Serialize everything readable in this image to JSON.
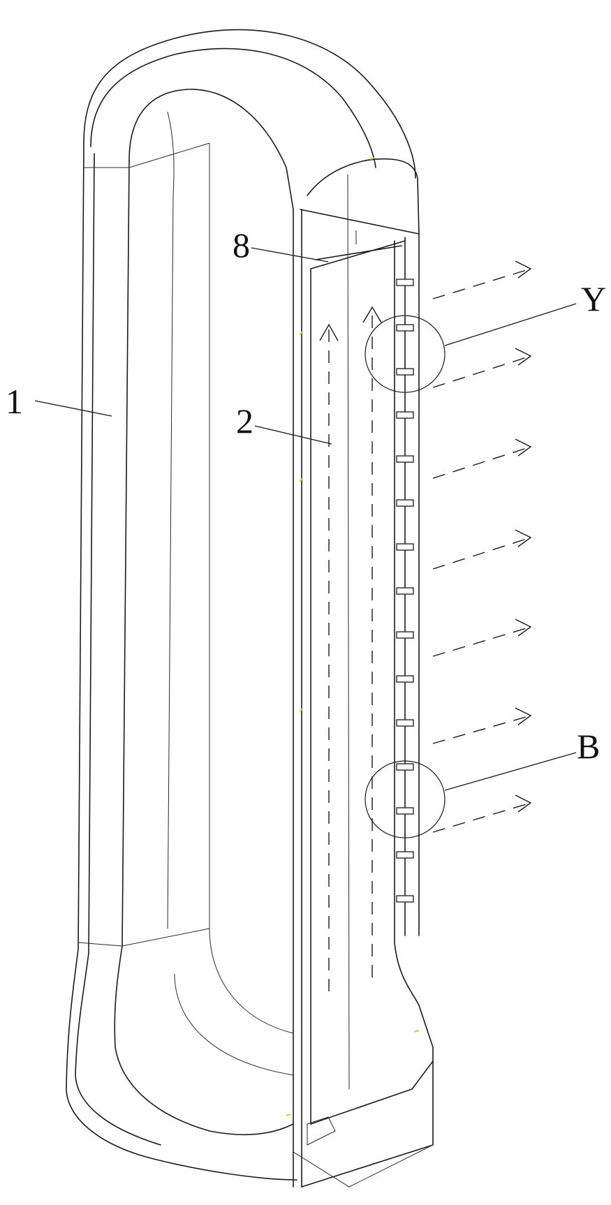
{
  "labels": {
    "part_1": "1",
    "part_2": "2",
    "part_8": "8",
    "detail_y": "Y",
    "detail_b": "B"
  }
}
